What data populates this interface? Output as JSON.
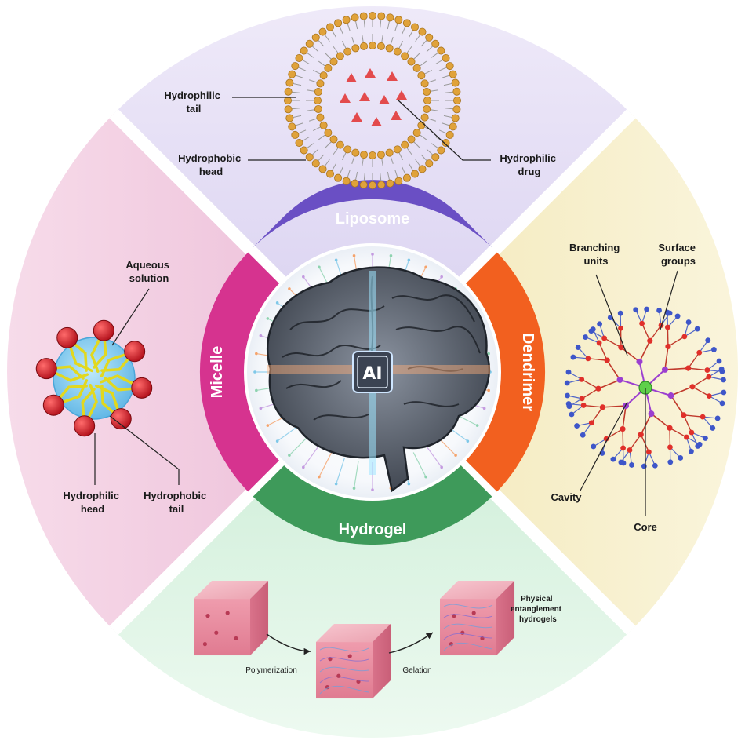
{
  "center": {
    "chip_label": "AI"
  },
  "segments": {
    "liposome": {
      "title": "Liposome",
      "color": "#6a4fc4",
      "labels": {
        "hydrophilic_tail": [
          "Hydrophilic",
          "tail"
        ],
        "hydrophobic_head": [
          "Hydrophobic",
          "head"
        ],
        "hydrophilic_drug": [
          "Hydrophilic",
          "drug"
        ]
      }
    },
    "dendrimer": {
      "title": "Dendrimer",
      "color": "#f2601f",
      "labels": {
        "branching_units": [
          "Branching",
          "units"
        ],
        "surface_groups": [
          "Surface",
          "groups"
        ],
        "cavity": "Cavity",
        "core": "Core"
      }
    },
    "hydrogel": {
      "title": "Hydrogel",
      "color": "#3e9a5a",
      "labels": {
        "polymerization": "Polymerization",
        "gelation": "Gelation",
        "physical": [
          "Physical",
          "entanglement",
          "hydrogels"
        ]
      }
    },
    "micelle": {
      "title": "Micelle",
      "color": "#d6338f",
      "labels": {
        "aqueous_solution": [
          "Aqueous",
          "solution"
        ],
        "hydrophilic_head": [
          "Hydrophilic",
          "head"
        ],
        "hydrophobic_tail": [
          "Hydrophobic",
          "tail"
        ]
      }
    }
  }
}
